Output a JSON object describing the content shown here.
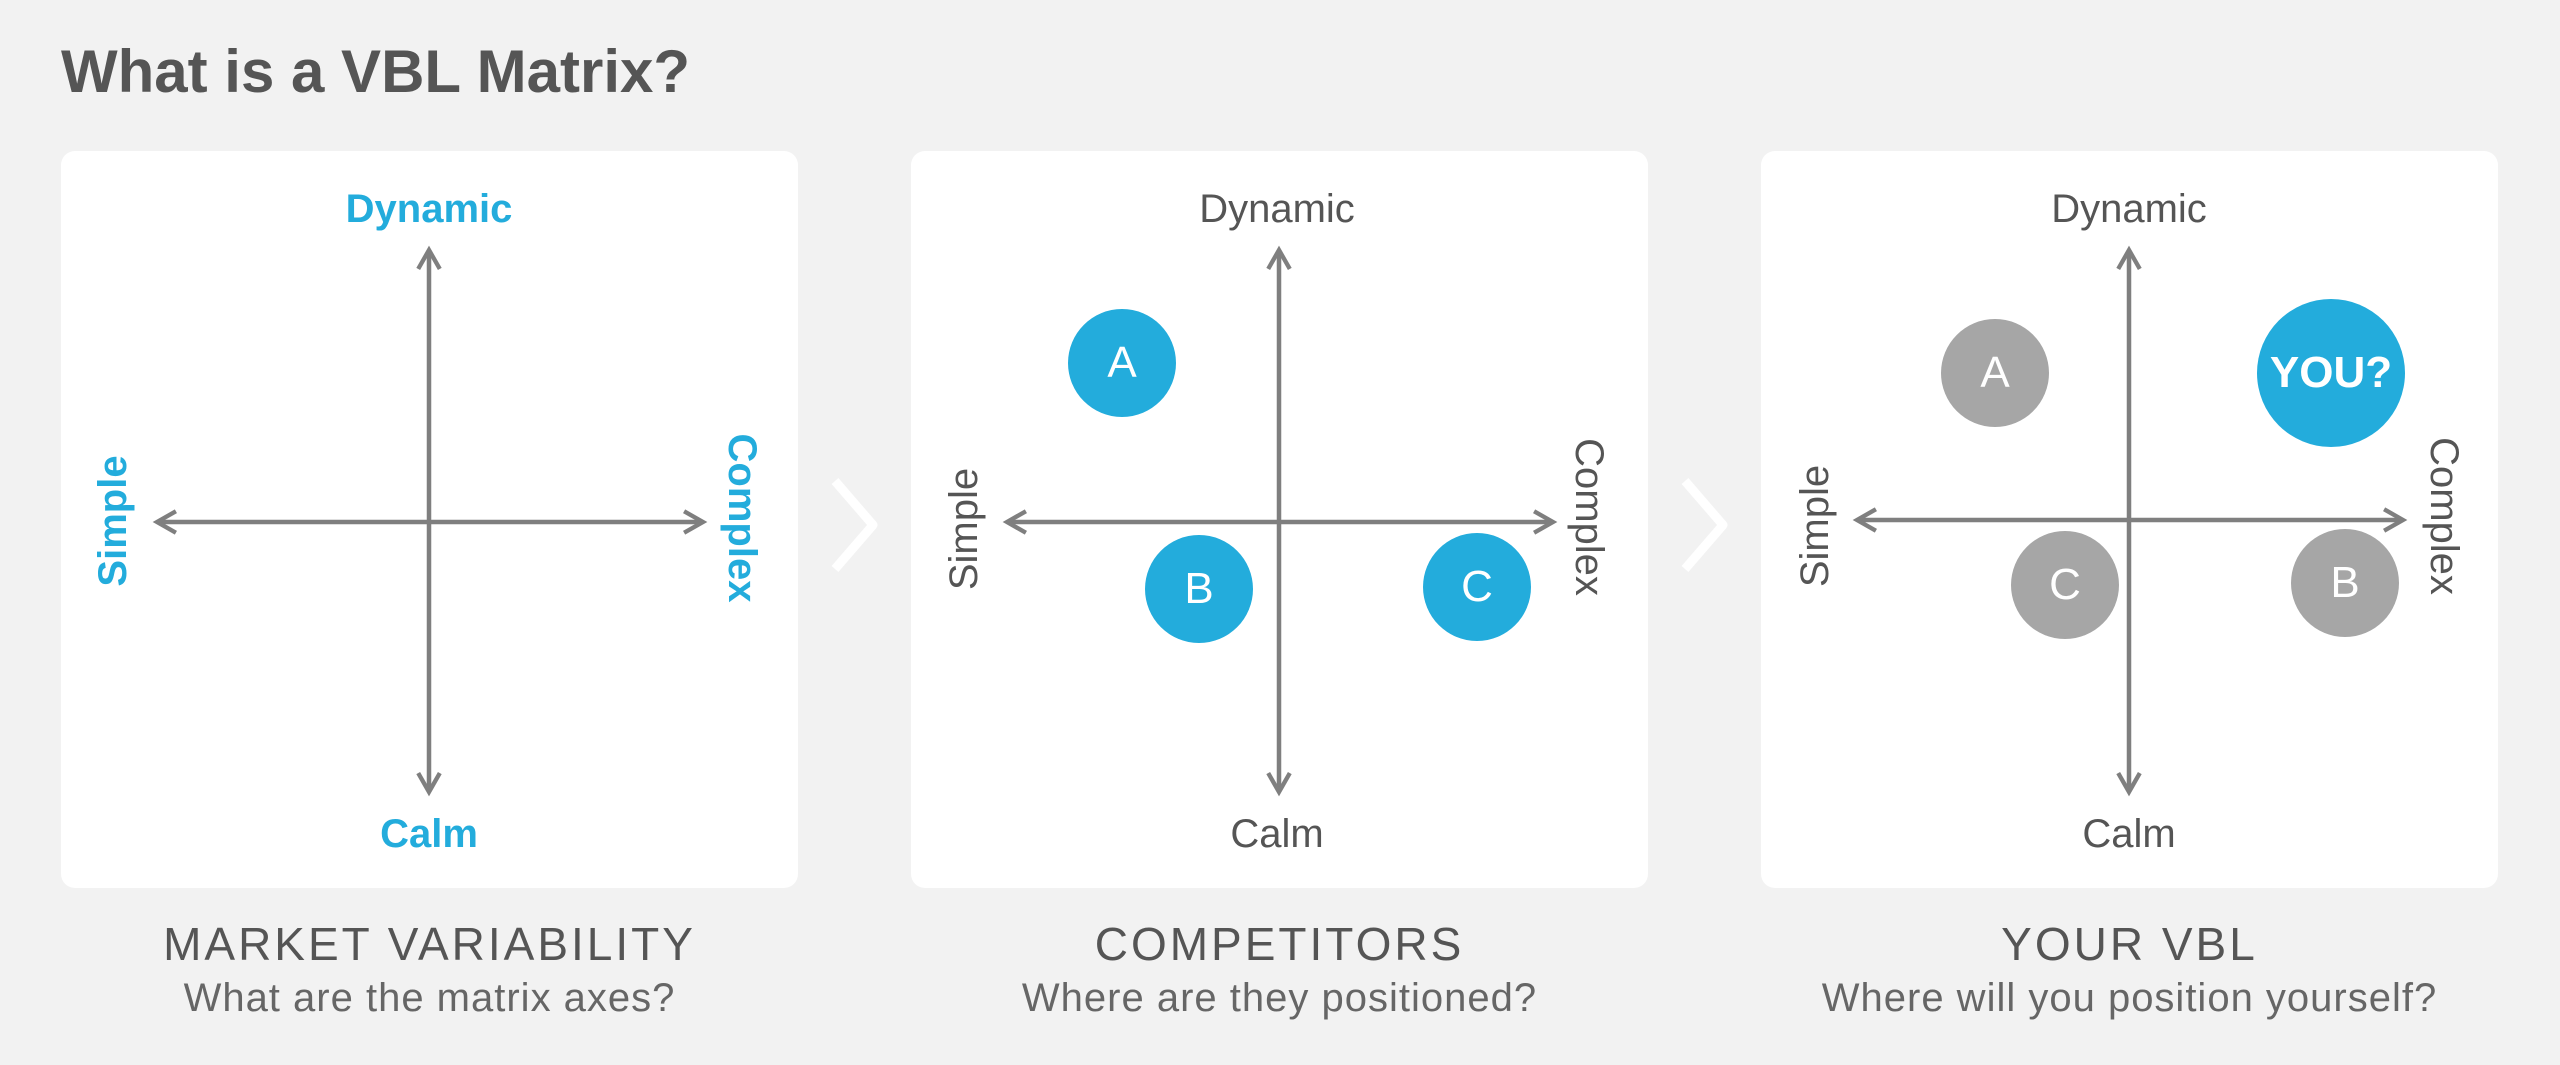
{
  "title": "What is a VBL Matrix?",
  "colors": {
    "accent": "#23acdc",
    "gray_bubble": "#a6a6a6",
    "axis": "#7f7f7f",
    "text": "#555555"
  },
  "icons": {
    "separator": "chevron-right-icon",
    "axis_ends": "arrowhead-icon"
  },
  "panels": [
    {
      "axis_labels": {
        "top": "Dynamic",
        "bottom": "Calm",
        "left": "Simple",
        "right": "Complex"
      },
      "bubbles": [],
      "caption_title": "MARKET VARIABILITY",
      "caption_subtitle": "What are the matrix axes?"
    },
    {
      "axis_labels": {
        "top": "Dynamic",
        "bottom": "Calm",
        "left": "Simple",
        "right": "Complex"
      },
      "bubbles": [
        {
          "label": "A",
          "color": "#23acdc"
        },
        {
          "label": "B",
          "color": "#23acdc"
        },
        {
          "label": "C",
          "color": "#23acdc"
        }
      ],
      "caption_title": "COMPETITORS",
      "caption_subtitle": "Where are they positioned?"
    },
    {
      "axis_labels": {
        "top": "Dynamic",
        "bottom": "Calm",
        "left": "Simple",
        "right": "Complex"
      },
      "bubbles": [
        {
          "label": "A",
          "color": "#a6a6a6"
        },
        {
          "label": "YOU?",
          "color": "#23acdc"
        },
        {
          "label": "C",
          "color": "#a6a6a6"
        },
        {
          "label": "B",
          "color": "#a6a6a6"
        }
      ],
      "caption_title": "YOUR VBL",
      "caption_subtitle": "Where will you position yourself?"
    }
  ]
}
